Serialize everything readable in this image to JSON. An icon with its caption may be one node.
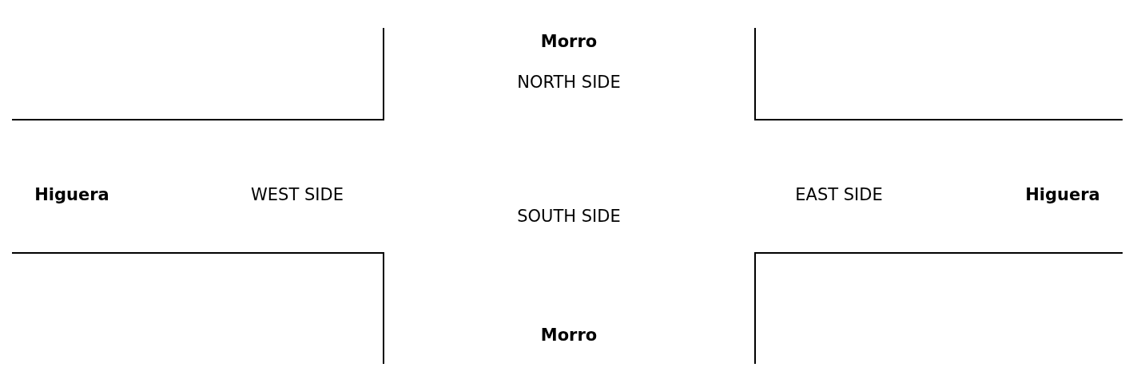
{
  "diagram": {
    "labels": [
      "Morro",
      "NORTH SIDE",
      "Higuera",
      "WEST SIDE",
      "EAST SIDE",
      "Higuera",
      "SOUTH SIDE",
      "Morro"
    ]
  }
}
